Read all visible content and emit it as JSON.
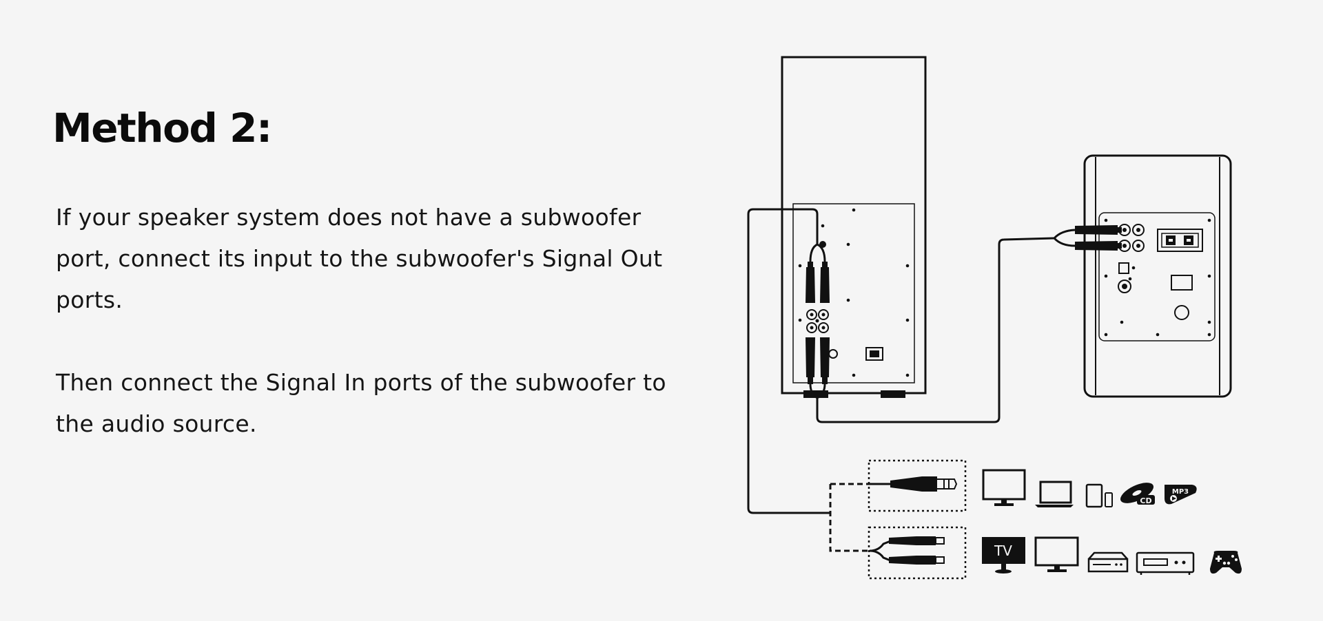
{
  "heading": "Method 2:",
  "paragraphs": [
    "If your speaker system does not have a subwoofer port, connect its input to the subwoofer's Signal Out ports.",
    "Then connect the Signal In ports of the subwoofer to the audio source."
  ],
  "diagram": {
    "tv_label": "TV",
    "cd_label": "CD",
    "mp3_label": "MP3",
    "icons_row_aux": [
      "monitor-icon",
      "laptop-icon",
      "phone-tablet-icon",
      "cd-player-icon",
      "mp3-player-icon"
    ],
    "icons_row_rca": [
      "tv-icon",
      "monitor-icon",
      "dvd-player-icon",
      "set-top-box-icon",
      "gamepad-icon"
    ]
  }
}
